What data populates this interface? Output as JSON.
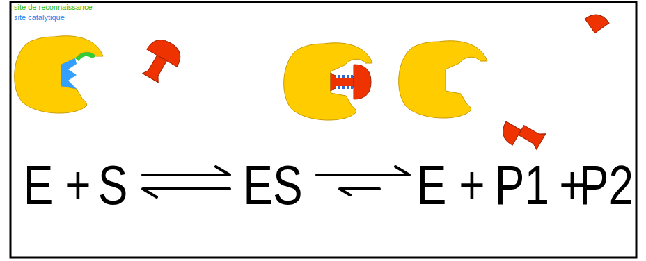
{
  "diagram": {
    "labels": [
      "site de reconnaissance",
      "site catalytique",
      "E",
      "+",
      "S",
      "ES",
      "E",
      "+",
      "P1",
      "+",
      "P2"
    ]
  }
}
